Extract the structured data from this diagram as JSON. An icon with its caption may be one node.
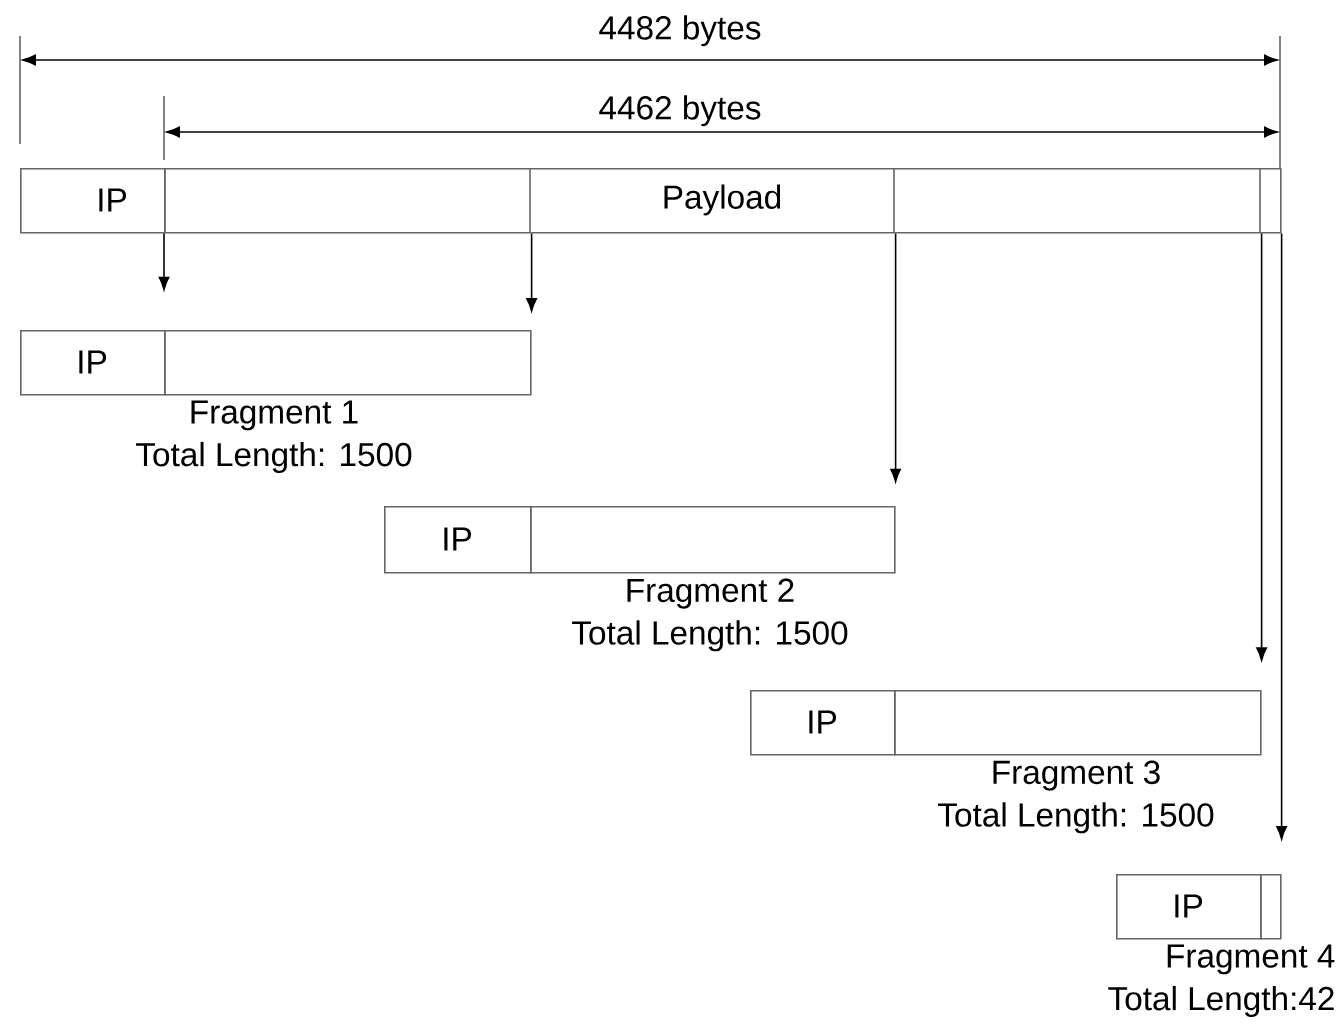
{
  "diagram": {
    "nodes": [
      {
        "text": [
          "IP"
        ]
      },
      {
        "text": [
          "Payload"
        ]
      },
      {
        "text": [
          "IP"
        ]
      },
      {
        "text": [],
        "shape": "box",
        "beside": [
          "Fragment 1",
          "Total Length: 1500"
        ]
      },
      {
        "text": [
          "IP"
        ]
      },
      {
        "text": [],
        "shape": "box",
        "beside": [
          "Fragment 2",
          "Total Length: 1500"
        ]
      },
      {
        "text": [
          "IP"
        ]
      },
      {
        "text": [],
        "shape": "box",
        "beside": [
          "Fragment 3",
          "Total Length: 1500"
        ]
      },
      {
        "text": [
          "IP"
        ]
      },
      {
        "text": [],
        "shape": "box",
        "beside": [
          "Fragment 4",
          "Total Length:42"
        ]
      }
    ],
    "edges": [
      {
        "from": 1,
        "to": 3,
        "arrow": "to"
      },
      {
        "from": 1,
        "to": 3,
        "arrow": "to"
      },
      {
        "from": 1,
        "to": 5,
        "arrow": "to"
      },
      {
        "from": 1,
        "to": 7,
        "arrow": "to"
      },
      {
        "from": 1,
        "to": 9,
        "arrow": "to"
      }
    ],
    "labels": [
      "4482 bytes",
      "4462 bytes"
    ]
  }
}
